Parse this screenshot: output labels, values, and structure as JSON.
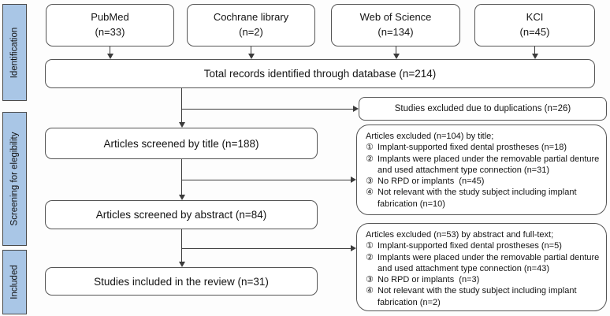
{
  "colors": {
    "sidebar_fill": "#a9c6e6",
    "sidebar_border": "#4a4a4a",
    "box_border": "#555555",
    "box_fill": "#ffffff",
    "line": "#3b3b3b",
    "text": "#141414",
    "background": "#fdfdfd"
  },
  "sidebar": {
    "items": [
      {
        "label": "Identification"
      },
      {
        "label": "Screening for elegibility"
      },
      {
        "label": "Included"
      }
    ]
  },
  "sources": [
    {
      "name": "PubMed",
      "count": "(n=33)"
    },
    {
      "name": "Cochrane library",
      "count": "(n=2)"
    },
    {
      "name": "Web of Science",
      "count": "(n=134)"
    },
    {
      "name": "KCI",
      "count": "(n=45)"
    }
  ],
  "flow": {
    "total_records": "Total records identified through database (n=214)",
    "screened_title": "Articles screened by title (n=188)",
    "screened_abstract": "Articles screened by abstract (n=84)",
    "included_review": "Studies included in the review (n=31)"
  },
  "exclusions": {
    "duplications": "Studies excluded due to duplications (n=26)",
    "by_title": {
      "heading": "Articles excluded (n=104) by title;",
      "items": [
        {
          "num": "①",
          "text": "Implant-supported fixed dental prostheses (n=18)"
        },
        {
          "num": "②",
          "text": "Implants were placed under the removable partial denture and used attachment type connection (n=31)"
        },
        {
          "num": "③",
          "text": "No RPD or implants  (n=45)"
        },
        {
          "num": "④",
          "text": "Not relevant with the study subject including implant fabrication (n=10)"
        }
      ]
    },
    "by_abstract": {
      "heading": "Articles excluded (n=53) by abstract and full-text;",
      "items": [
        {
          "num": "①",
          "text": "Implant-supported fixed dental prostheses (n=5)"
        },
        {
          "num": "②",
          "text": "Implants were placed under the removable partial denture and used attachment type connection (n=43)"
        },
        {
          "num": "③",
          "text": "No RPD or implants  (n=3)"
        },
        {
          "num": "④",
          "text": "Not relevant with the study subject including implant fabrication (n=2)"
        }
      ]
    }
  }
}
